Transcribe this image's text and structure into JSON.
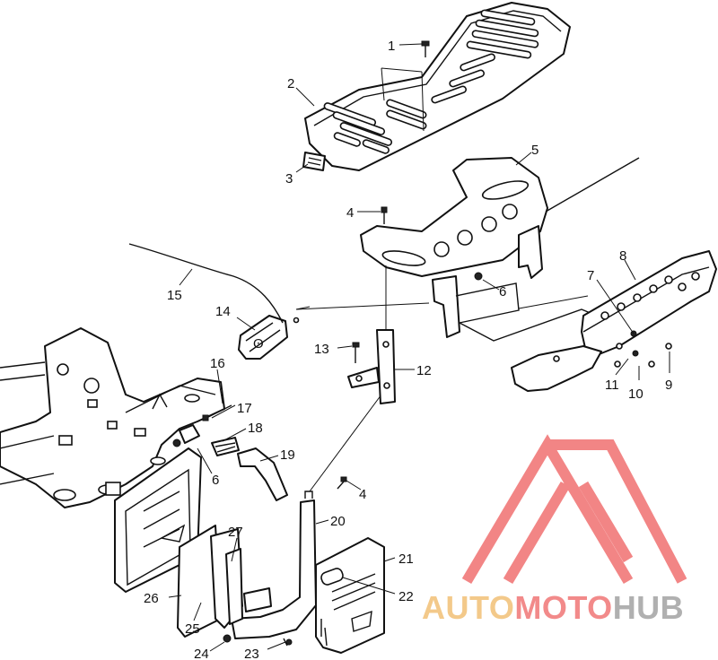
{
  "diagram": {
    "callouts": [
      {
        "id": "c1",
        "text": "1"
      },
      {
        "id": "c2",
        "text": "2"
      },
      {
        "id": "c3",
        "text": "3"
      },
      {
        "id": "c4a",
        "text": "4"
      },
      {
        "id": "c5",
        "text": "5"
      },
      {
        "id": "c6a",
        "text": "6"
      },
      {
        "id": "c7",
        "text": "7"
      },
      {
        "id": "c8",
        "text": "8"
      },
      {
        "id": "c9",
        "text": "9"
      },
      {
        "id": "c10",
        "text": "10"
      },
      {
        "id": "c11",
        "text": "11"
      },
      {
        "id": "c12",
        "text": "12"
      },
      {
        "id": "c13",
        "text": "13"
      },
      {
        "id": "c14",
        "text": "14"
      },
      {
        "id": "c15",
        "text": "15"
      },
      {
        "id": "c16",
        "text": "16"
      },
      {
        "id": "c17",
        "text": "17"
      },
      {
        "id": "c18",
        "text": "18"
      },
      {
        "id": "c6b",
        "text": "6"
      },
      {
        "id": "c19",
        "text": "19"
      },
      {
        "id": "c4b",
        "text": "4"
      },
      {
        "id": "c20",
        "text": "20"
      },
      {
        "id": "c21",
        "text": "21"
      },
      {
        "id": "c22",
        "text": "22"
      },
      {
        "id": "c26",
        "text": "26"
      },
      {
        "id": "c27",
        "text": "27"
      },
      {
        "id": "c25",
        "text": "25"
      },
      {
        "id": "c24",
        "text": "24"
      },
      {
        "id": "c23",
        "text": "23"
      }
    ]
  },
  "watermark": {
    "part1": "AUTO",
    "part2": "MOTO",
    "part3": "HUB",
    "colors": {
      "part1": "#f3c98a",
      "part2": "#f28a8a",
      "part3": "#b0b0b0",
      "logo": "#f07070"
    }
  }
}
